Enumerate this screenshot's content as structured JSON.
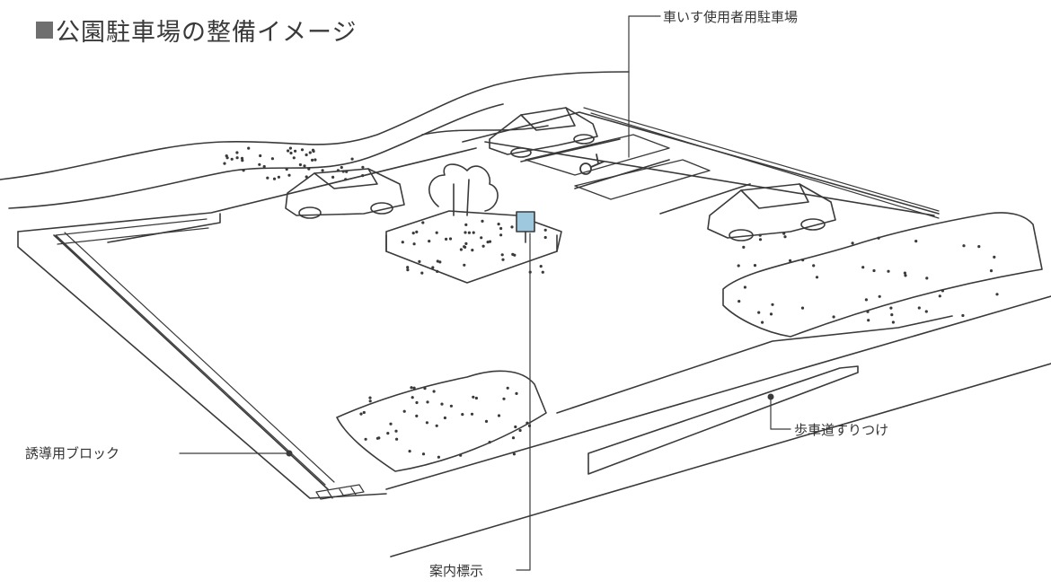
{
  "title": "公園駐車場の整備イメージ",
  "labels": {
    "wheelchair_parking": "車いす使用者用駐車場",
    "curb_ramp": "歩車道すりつけ",
    "tactile_block": "誘導用ブロック",
    "guide_sign": "案内標示"
  },
  "colors": {
    "line": "#3a3a3a",
    "sign": "#9ec8dd",
    "title_mark": "#6f6f6f"
  }
}
